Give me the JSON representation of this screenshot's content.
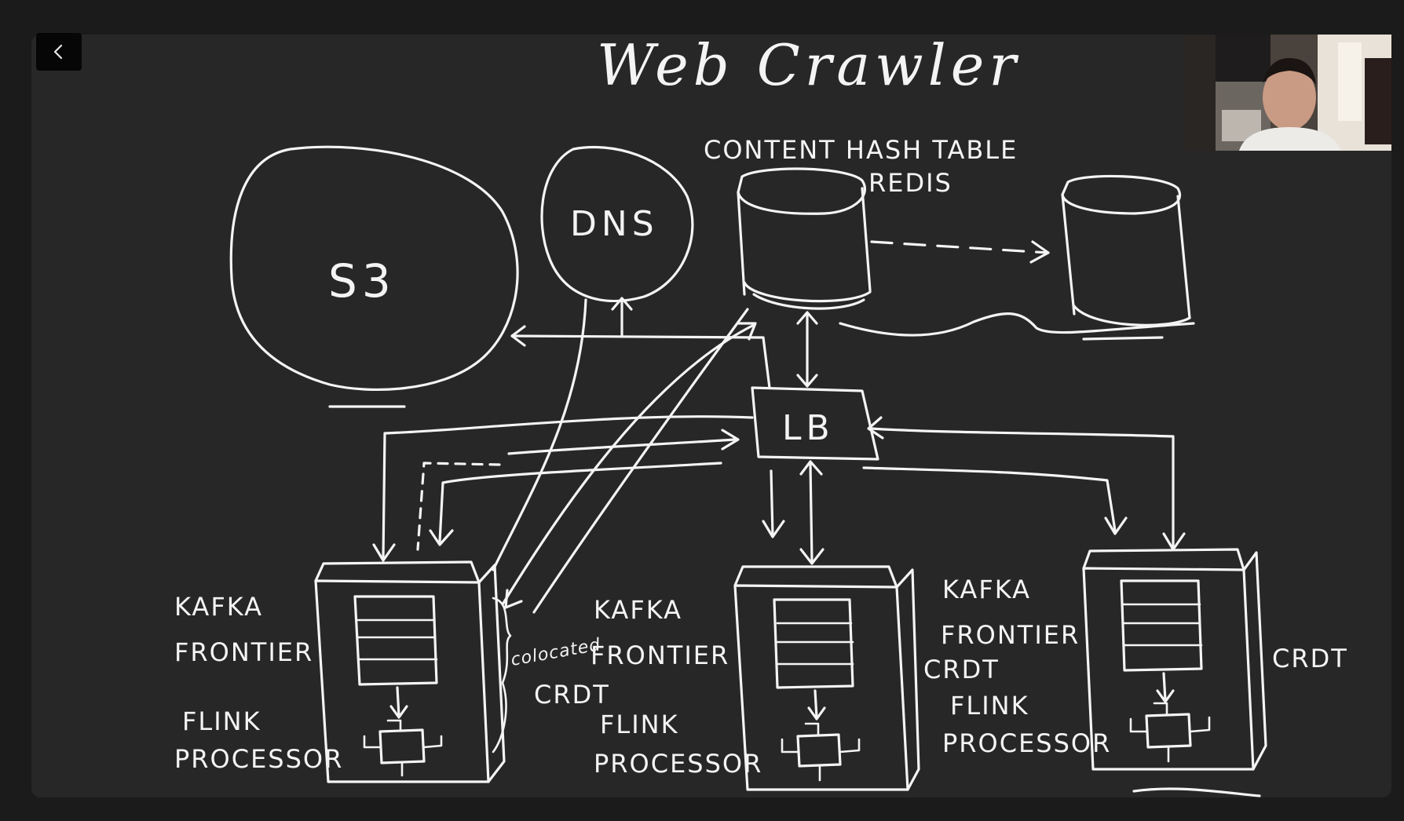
{
  "toolbar": {
    "back_icon": "chevron-left-icon"
  },
  "video": {
    "icon": "webcam-feed"
  },
  "diagram": {
    "title": "Web Crawler",
    "s3_label": "S3",
    "dns_label": "DNS",
    "content_hash_label": "CONTENT HASH TABLE",
    "redis_label": "REDIS",
    "lb_label": "LB",
    "colocated_label": "colocated",
    "nodes": [
      {
        "kafka": "KAFKA",
        "frontier": "FRONTIER",
        "flink": "FLINK",
        "processor": "PROCESSOR",
        "crdt": "CRDT"
      },
      {
        "kafka": "KAFKA",
        "frontier": "FRONTIER",
        "flink": "FLINK",
        "processor": "PROCESSOR",
        "crdt": "CRDT"
      },
      {
        "kafka": "KAFKA",
        "frontier": "FRONTIER",
        "flink": "FLINK",
        "processor": "PROCESSOR",
        "crdt": "CRDT"
      }
    ]
  }
}
